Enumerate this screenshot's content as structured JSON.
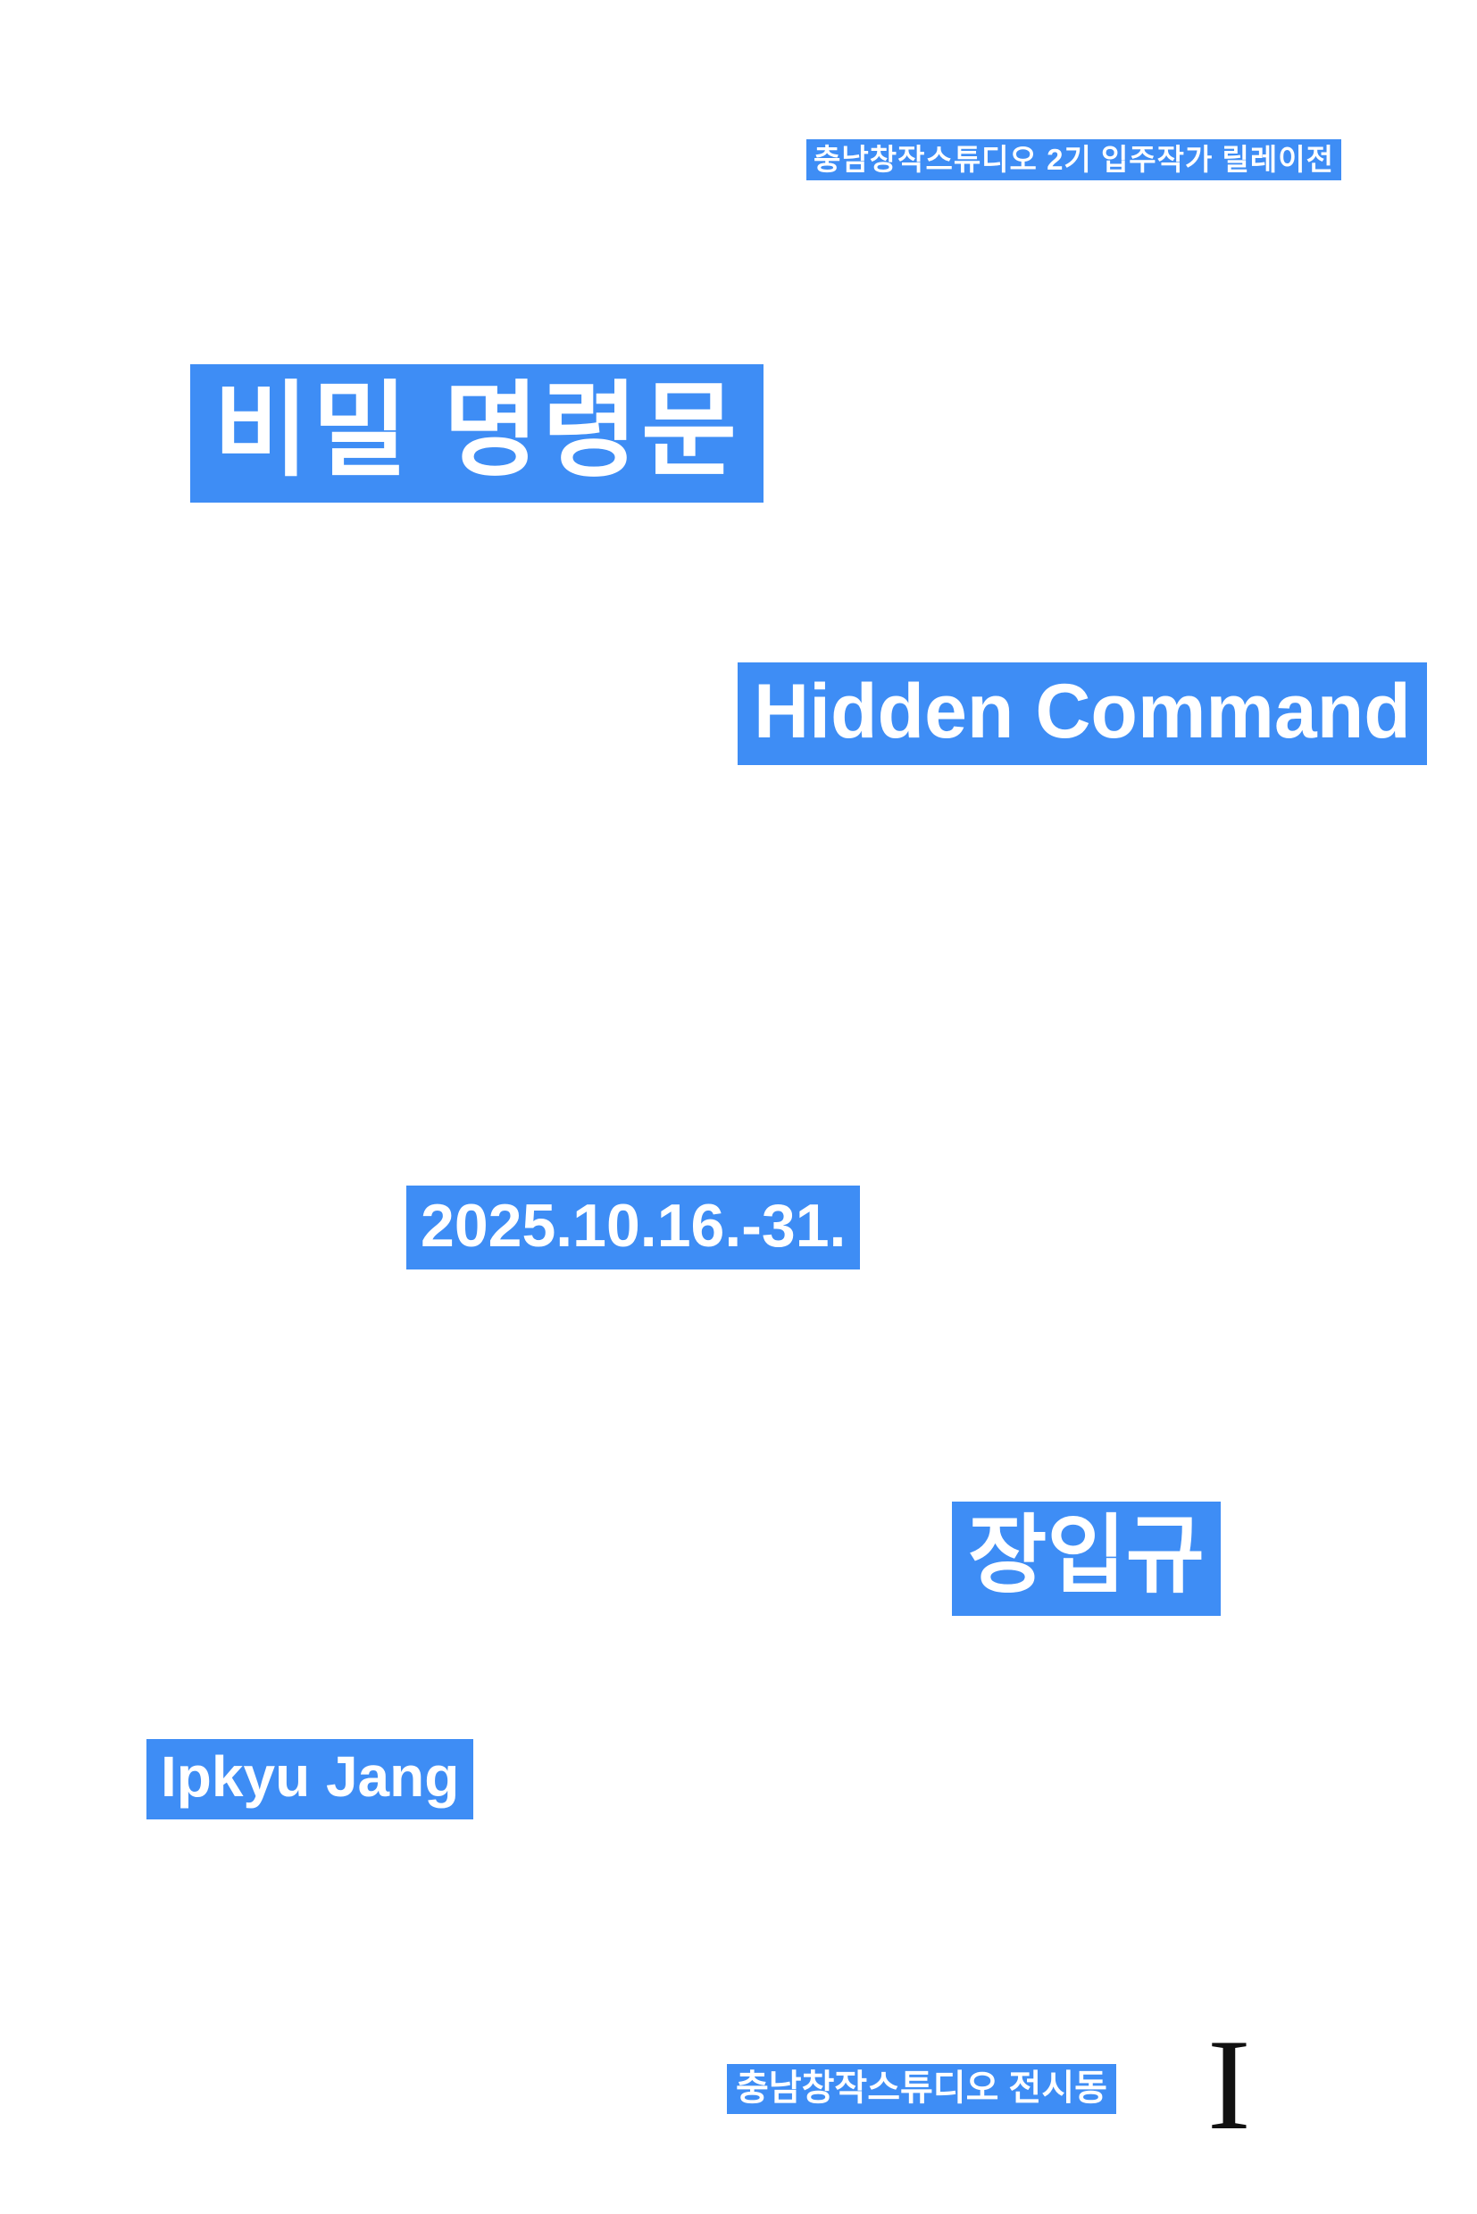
{
  "poster": {
    "accent_color": "#3e8df5",
    "text_color": "#ffffff",
    "background_color": "#ffffff",
    "header_tag": "충남창작스튜디오 2기 입주작가 릴레이전",
    "title_kr": "비밀 명령문",
    "title_en": "Hidden Command",
    "dates": "2025.10.16.-31.",
    "artist_kr": "장입규",
    "artist_en": "Ipkyu Jang",
    "venue": "충남창작스튜디오 전시동",
    "icons": {
      "text_cursor_glyph": "I"
    }
  }
}
